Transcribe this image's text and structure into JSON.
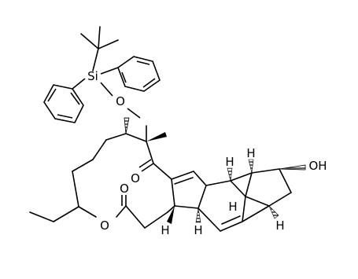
{
  "atom_labels": {
    "silicon": "Si",
    "silyl_ether_oxygen": "O",
    "ketone_oxygen": "O",
    "ester_carbonyl_oxygen": "O",
    "ring_ester_oxygen": "O",
    "hydroxyl": "OH",
    "h_top_a": "H",
    "h_top_b": "H",
    "h_junction_right": "H",
    "h_left_fused": "H",
    "h_bottom_mid": "H",
    "h_bottom_right": "H"
  }
}
